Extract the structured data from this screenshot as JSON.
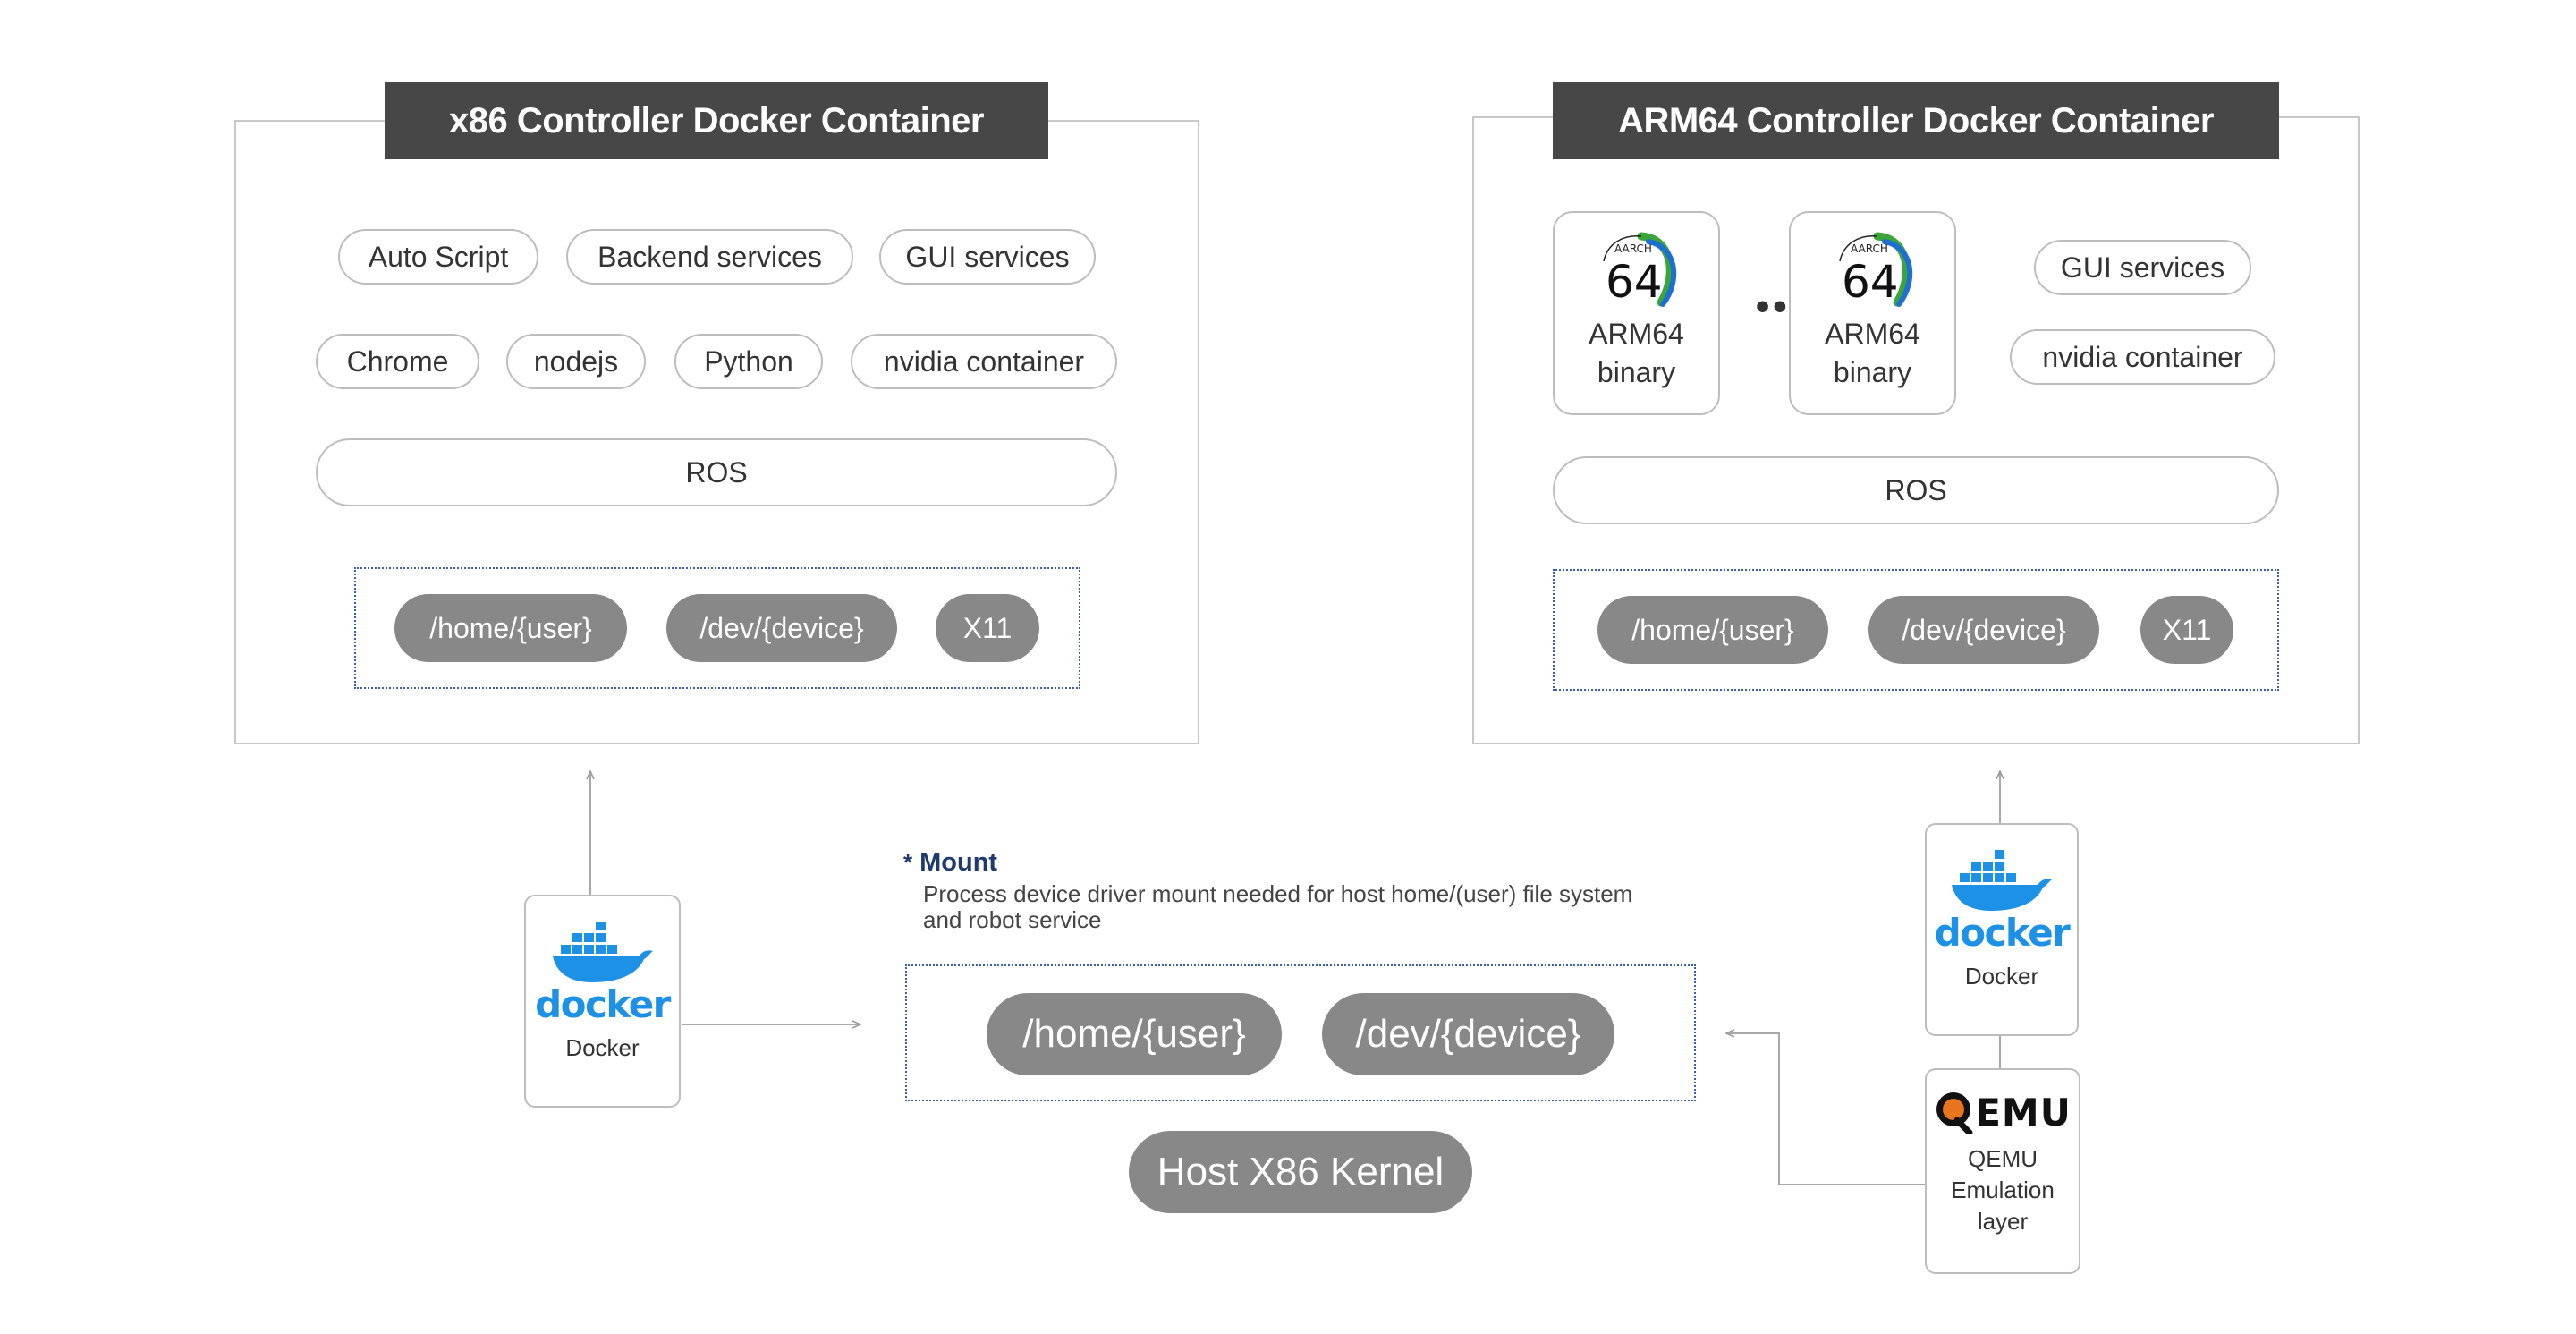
{
  "x86_container": {
    "title": "x86 Controller Docker Container",
    "row1": [
      "Auto Script",
      "Backend services",
      "GUI services"
    ],
    "row2": [
      "Chrome",
      "nodejs",
      "Python",
      "nvidia container"
    ],
    "ros": "ROS",
    "mounts": [
      "/home/{user}",
      "/dev/{device}",
      "X11"
    ]
  },
  "arm_container": {
    "title": "ARM64 Controller Docker Container",
    "binaries": [
      {
        "logo_text": "AARCH",
        "logo_number": "64",
        "label_line1": "ARM64",
        "label_line2": "binary"
      },
      {
        "logo_text": "AARCH",
        "logo_number": "64",
        "label_line1": "ARM64",
        "label_line2": "binary"
      }
    ],
    "ellipsis": "•••",
    "services": [
      "GUI services",
      "nvidia container"
    ],
    "ros": "ROS",
    "mounts": [
      "/home/{user}",
      "/dev/{device}",
      "X11"
    ]
  },
  "docker_left": {
    "logo_word": "docker",
    "label": "Docker"
  },
  "docker_right": {
    "logo_word": "docker",
    "label": "Docker"
  },
  "qemu": {
    "logo_word": "EMU",
    "label_line1": "QEMU",
    "label_line2": "Emulation",
    "label_line3": "layer"
  },
  "mount_note": {
    "star": "*",
    "title": "Mount",
    "line1": "Process device driver mount needed for host home/(user) file system",
    "line2": "and robot service"
  },
  "host_mounts": [
    "/home/{user}",
    "/dev/{device}"
  ],
  "kernel": "Host X86 Kernel",
  "colors": {
    "title_bar": "#474747",
    "gray_pill": "#888888",
    "mount_border": "#3b5fa8",
    "docker_blue": "#1d91e6",
    "note_title": "#1f3a6e"
  }
}
